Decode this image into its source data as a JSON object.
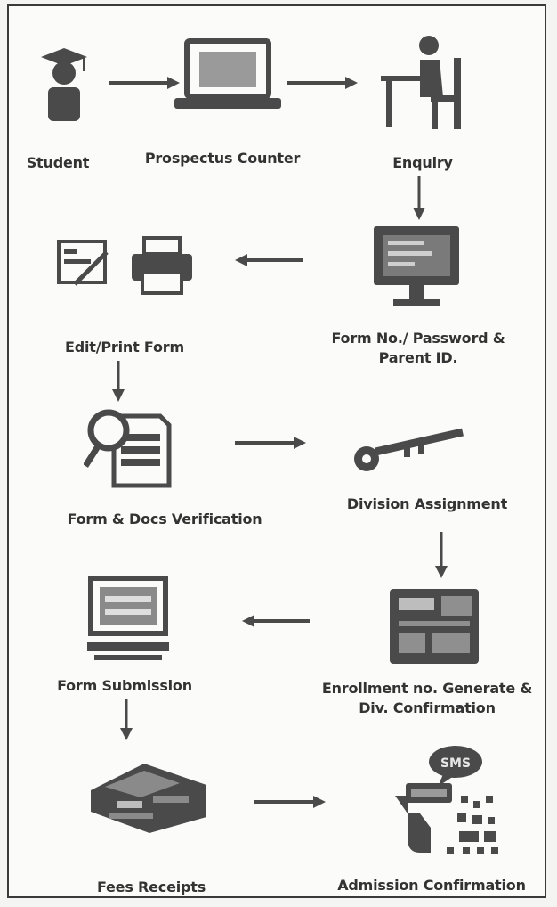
{
  "nodes": {
    "student": {
      "label": "Student"
    },
    "prospectus_counter": {
      "label": "Prospectus Counter"
    },
    "enquiry": {
      "label": "Enquiry"
    },
    "form_password": {
      "line1": "Form No./ Password &",
      "line2": "Parent ID."
    },
    "edit_print_form": {
      "label": "Edit/Print Form"
    },
    "form_docs_verification": {
      "label": "Form & Docs Verification"
    },
    "division_assignment": {
      "label": "Division Assignment"
    },
    "enrollment": {
      "line1": "Enrollment no. Generate &",
      "line2": "Div. Confirmation"
    },
    "form_submission": {
      "label": "Form Submission"
    },
    "fees_receipts": {
      "label": "Fees Receipts"
    },
    "admission_confirmation": {
      "label": "Admission Confirmation"
    }
  },
  "icons": {
    "sms_bubble_text": "SMS"
  },
  "colors": {
    "ink": "#4a4a4a",
    "text": "#333333",
    "background": "#fbfbfa"
  }
}
